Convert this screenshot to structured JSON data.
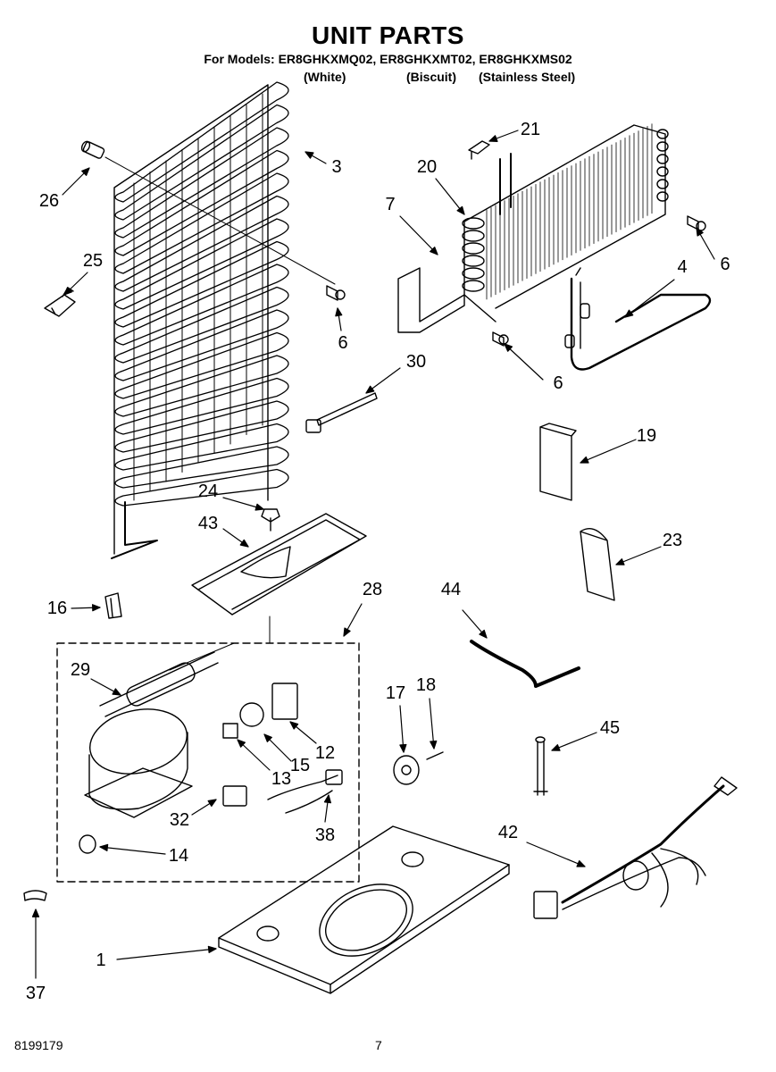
{
  "header": {
    "title": "UNIT PARTS",
    "models_line": "For Models: ER8GHKXMQ02, ER8GHKXMT02, ER8GHKXMS02",
    "variants": [
      "(White)",
      "(Biscuit)",
      "(Stainless Steel)"
    ]
  },
  "callouts": {
    "c1": "1",
    "c3": "3",
    "c4": "4",
    "c6a": "6",
    "c6b": "6",
    "c6c": "6",
    "c7": "7",
    "c12": "12",
    "c13": "13",
    "c14": "14",
    "c15": "15",
    "c16": "16",
    "c17": "17",
    "c18": "18",
    "c19": "19",
    "c20": "20",
    "c21": "21",
    "c23": "23",
    "c24": "24",
    "c25": "25",
    "c26": "26",
    "c28": "28",
    "c29": "29",
    "c30": "30",
    "c32": "32",
    "c37": "37",
    "c38": "38",
    "c42": "42",
    "c43": "43",
    "c44": "44",
    "c45": "45"
  },
  "footer": {
    "doc_number": "8199179",
    "page_number": "7"
  }
}
